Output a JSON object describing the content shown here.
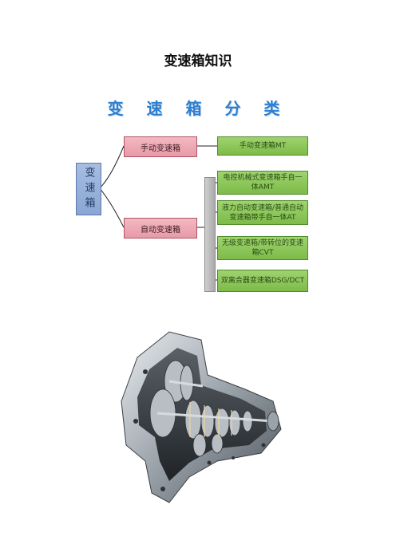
{
  "page_title": "变速箱知识",
  "diagram": {
    "title": "变 速 箱 分 类",
    "root": "变速箱",
    "categories": [
      {
        "label": "手动变速箱",
        "children": [
          "手动变速箱MT"
        ]
      },
      {
        "label": "自动变速箱",
        "children": [
          "电控机械式变速箱手自一体AMT",
          "液力自动变速箱/普通自动变速箱带手自一体AT",
          "无级变速箱/带转位的变速箱CVT",
          "双离合器变速箱DSG/DCT"
        ]
      }
    ]
  },
  "image": {
    "icon": "transmission-cutaway-illustration"
  }
}
